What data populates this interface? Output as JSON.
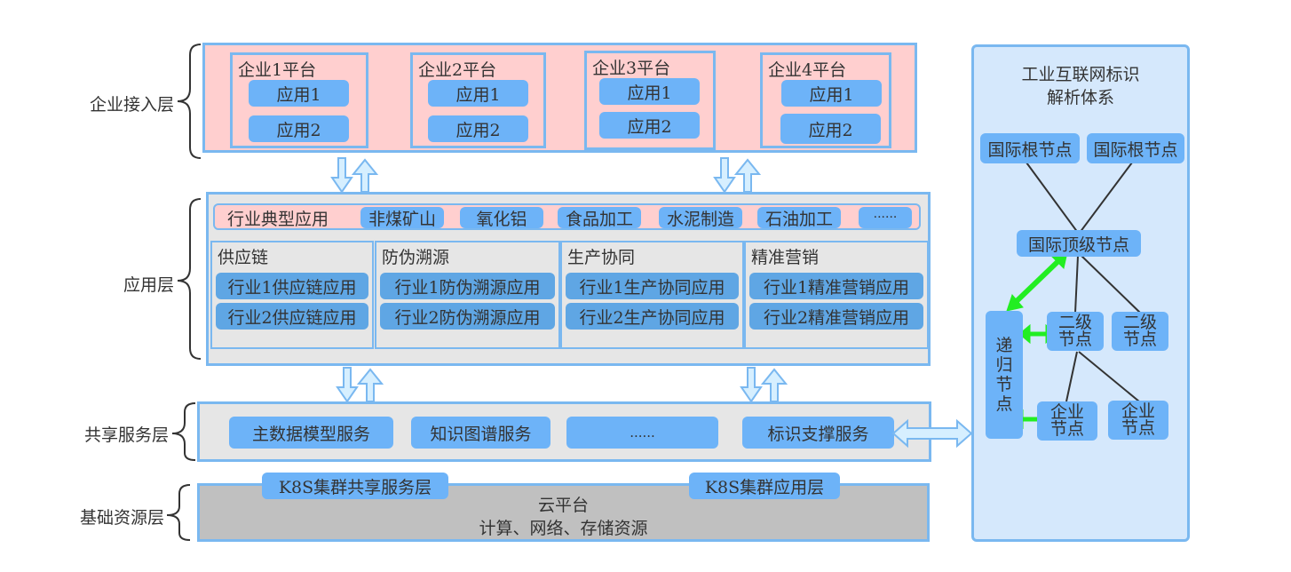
{
  "layers": {
    "enterprise_access": "企业接入层",
    "application": "应用层",
    "shared_service": "共享服务层",
    "base_resource": "基础资源层"
  },
  "enterprise_platforms": [
    {
      "title": "企业1平台",
      "apps": [
        "应用1",
        "应用2"
      ]
    },
    {
      "title": "企业2平台",
      "apps": [
        "应用1",
        "应用2"
      ]
    },
    {
      "title": "企业3平台",
      "apps": [
        "应用1",
        "应用2"
      ]
    },
    {
      "title": "企业4平台",
      "apps": [
        "应用1",
        "应用2"
      ]
    }
  ],
  "industry_row": {
    "label": "行业典型应用",
    "items": [
      "非煤矿山",
      "氧化铝",
      "食品加工",
      "水泥制造",
      "石油加工",
      "······"
    ]
  },
  "app_columns": [
    {
      "title": "供应链",
      "apps": [
        "行业1供应链应用",
        "行业2供应链应用"
      ]
    },
    {
      "title": "防伪溯源",
      "apps": [
        "行业1防伪溯源应用",
        "行业2防伪溯源应用"
      ]
    },
    {
      "title": "生产协同",
      "apps": [
        "行业1生产协同应用",
        "行业2生产协同应用"
      ]
    },
    {
      "title": "精准营销",
      "apps": [
        "行业1精准营销应用",
        "行业2精准营销应用"
      ]
    }
  ],
  "shared_services": [
    "主数据模型服务",
    "知识图谱服务",
    "......",
    "标识支撑服务"
  ],
  "k8s_tags": [
    "K8S集群共享服务层",
    "K8S集群应用层"
  ],
  "cloud_platform": {
    "title": "云平台",
    "subtitle": "计算、网络、存储资源"
  },
  "identifier_system": {
    "title_line1": "工业互联网标识",
    "title_line2": "解析体系",
    "root_nodes": [
      "国际根节点",
      "国际根节点"
    ],
    "top_node": "国际顶级节点",
    "recursive_node": [
      "递",
      "归",
      "节",
      "点"
    ],
    "secondary_nodes": [
      [
        "二级",
        "节点"
      ],
      [
        "二级",
        "节点"
      ]
    ],
    "enterprise_nodes": [
      [
        "企业",
        "节点"
      ],
      [
        "企业",
        "节点"
      ]
    ]
  },
  "colors": {
    "pink_bg": "#ffcfcf",
    "blue_outline": "#7ab8f0",
    "pill_blue": "#6db3f8",
    "light_blue_panel": "#d5e8fc",
    "grey_bg": "#e6e6e6",
    "dark_grey_bg": "#c0c0c0",
    "green_arrow": "#22ee22"
  }
}
